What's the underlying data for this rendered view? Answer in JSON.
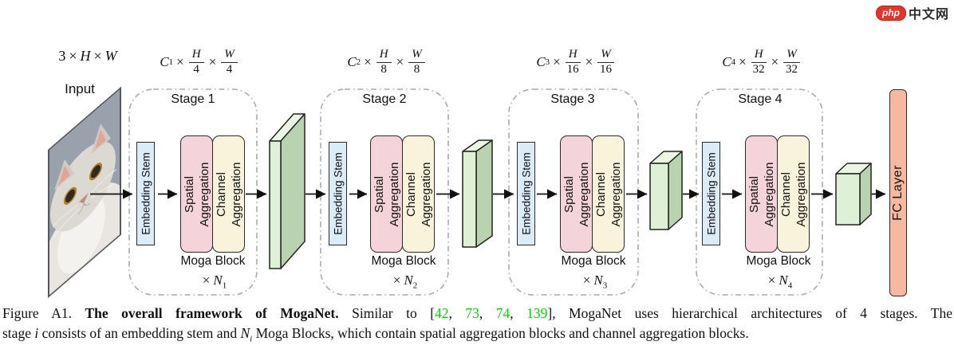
{
  "logo": {
    "badge": "php",
    "text": "中文网"
  },
  "input": {
    "dims": {
      "d": "3",
      "times1": "×",
      "h": "H",
      "times2": "×",
      "w": "W"
    },
    "label": "Input",
    "image": "cat-photo"
  },
  "stages": [
    {
      "title": "Stage 1",
      "dim": {
        "coeff": "C",
        "coeff_sub": "1",
        "times1": "×",
        "frac1": {
          "num": "H",
          "den": "4"
        },
        "times2": "×",
        "frac2": {
          "num": "W",
          "den": "4"
        }
      },
      "embedding_stem": "Embedding Stem",
      "spatial_line1": "Spatial",
      "spatial_line2": "Aggregation",
      "channel_line1": "Channel",
      "channel_line2": "Aggregation",
      "moga_label": "Moga Block",
      "count": {
        "times": "×",
        "n": "N",
        "n_sub": "1"
      }
    },
    {
      "title": "Stage 2",
      "dim": {
        "coeff": "C",
        "coeff_sub": "2",
        "times1": "×",
        "frac1": {
          "num": "H",
          "den": "8"
        },
        "times2": "×",
        "frac2": {
          "num": "W",
          "den": "8"
        }
      },
      "embedding_stem": "Embedding Stem",
      "spatial_line1": "Spatial",
      "spatial_line2": "Aggregation",
      "channel_line1": "Channel",
      "channel_line2": "Aggregation",
      "moga_label": "Moga Block",
      "count": {
        "times": "×",
        "n": "N",
        "n_sub": "2"
      }
    },
    {
      "title": "Stage 3",
      "dim": {
        "coeff": "C",
        "coeff_sub": "3",
        "times1": "×",
        "frac1": {
          "num": "H",
          "den": "16"
        },
        "times2": "×",
        "frac2": {
          "num": "W",
          "den": "16"
        }
      },
      "embedding_stem": "Embedding Stem",
      "spatial_line1": "Spatial",
      "spatial_line2": "Aggregation",
      "channel_line1": "Channel",
      "channel_line2": "Aggregation",
      "moga_label": "Moga Block",
      "count": {
        "times": "×",
        "n": "N",
        "n_sub": "3"
      }
    },
    {
      "title": "Stage 4",
      "dim": {
        "coeff": "C",
        "coeff_sub": "4",
        "times1": "×",
        "frac1": {
          "num": "H",
          "den": "32"
        },
        "times2": "×",
        "frac2": {
          "num": "W",
          "den": "32"
        }
      },
      "embedding_stem": "Embedding Stem",
      "spatial_line1": "Spatial",
      "spatial_line2": "Aggregation",
      "channel_line1": "Channel",
      "channel_line2": "Aggregation",
      "moga_label": "Moga Block",
      "count": {
        "times": "×",
        "n": "N",
        "n_sub": "4"
      }
    }
  ],
  "fc_layer": {
    "label": "FC Layer"
  },
  "caption": {
    "line1": {
      "prefix": "Figure A1. ",
      "bold": "The overall framework of MogaNet.",
      "text_a": " Similar to [",
      "cite1": "42",
      "sep1": ", ",
      "cite2": "73",
      "sep2": ", ",
      "cite3": "74",
      "sep3": ", ",
      "cite4": "139",
      "text_b": "], MogaNet uses hierarchical architectures of 4 stages. The"
    },
    "line2": {
      "text_a": "stage ",
      "var_i": "i",
      "text_b": " consists of an embedding stem and ",
      "var_n": "N",
      "var_n_sub": "i",
      "text_c": " Moga Blocks, which contain spatial aggregation blocks and channel aggregation blocks."
    }
  },
  "colors": {
    "embedding_stem_fill": "#dcebf8",
    "spatial_fill": "#f4d3da",
    "channel_fill": "#faf3dc",
    "fc_fill": "#f5b9a2",
    "slab_front": "#def0d6",
    "slab_top": "#eaf6e2",
    "slab_side": "#b9d2b0",
    "stage_border": "#aaaaaa",
    "block_border": "#2b2b2b",
    "arrow": "#111111",
    "citation_green": "#00d200",
    "logo_red": "#e8332a",
    "photo_bg": "#99a1ad"
  }
}
